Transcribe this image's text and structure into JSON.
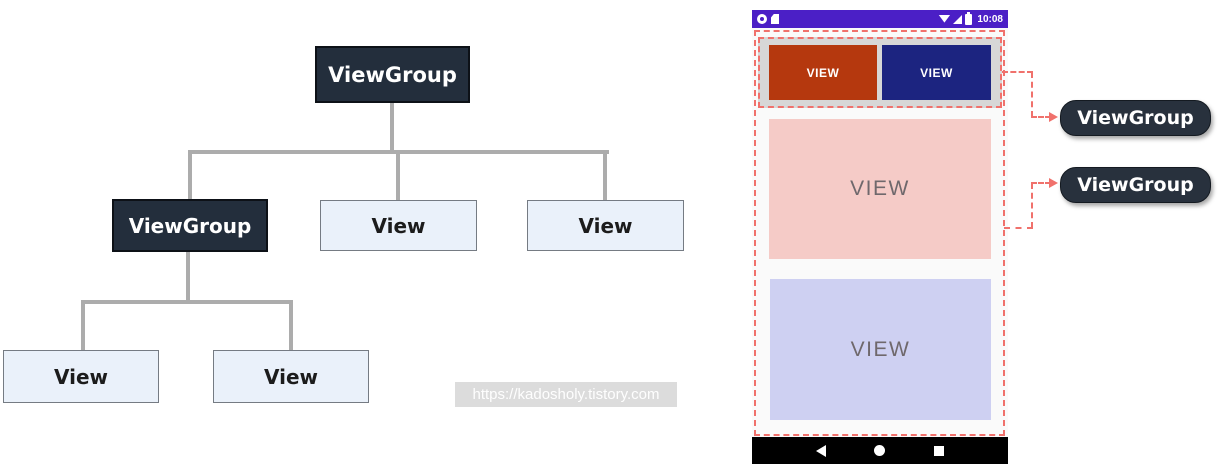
{
  "tree": {
    "root": "ViewGroup",
    "children": [
      "ViewGroup",
      "View",
      "View"
    ],
    "grandchildren": [
      "View",
      "View"
    ]
  },
  "watermark": {
    "text": "https://kadosholy.tistory.com"
  },
  "phone": {
    "status_bar": {
      "time": "10:08"
    },
    "buttons": [
      "VIEW",
      "VIEW"
    ],
    "areas": [
      "VIEW",
      "VIEW"
    ]
  },
  "annotations": {
    "labels": [
      "ViewGroup",
      "ViewGroup"
    ]
  },
  "colors": {
    "status_bar_purple": "#4B1FC6",
    "red_button": "#B5380E",
    "blue_button": "#1C2480",
    "pink_area": "#F5CBC7",
    "lavender_area": "#CED0F2",
    "button_container_gray": "#D7D7D7",
    "dashed_annotation_red": "#F0716C",
    "dark_node": "#232E3C",
    "light_node": "#EAF1FA",
    "tree_line_gray": "#ACACAC",
    "pill_dark": "#28313D"
  }
}
